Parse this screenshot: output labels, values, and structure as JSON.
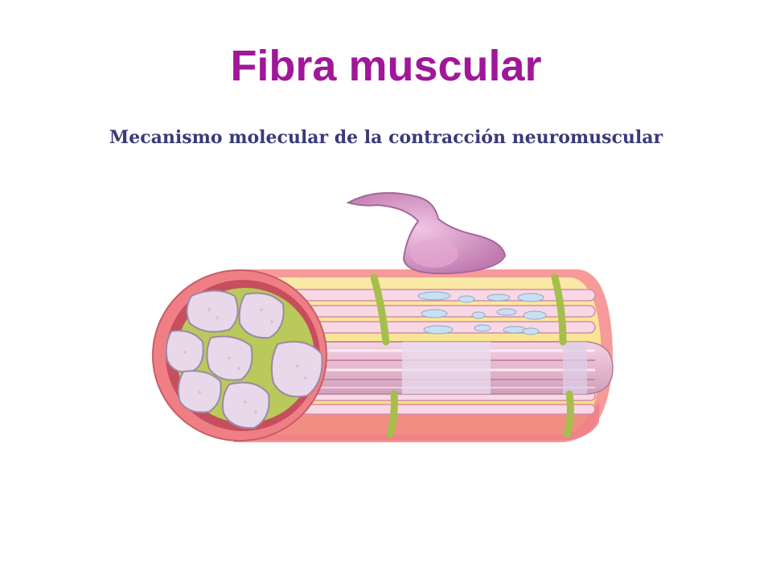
{
  "slide": {
    "title": "Fibra muscular",
    "subtitle": "Mecanismo molecular de la contracción neuromuscular"
  },
  "figure": {
    "icon": "muscle-fiber-illustration",
    "colors": {
      "outer_sheath": "#f48c8c",
      "fiber_body": "#f6ee9a",
      "myofibril": "#f5c9da",
      "myofibril_shade": "#d98aa8",
      "fascicle": "#e8d8ea",
      "nerve": "#d591c3",
      "z_line": "#b9c95a",
      "title": "#a0179a"
    }
  }
}
